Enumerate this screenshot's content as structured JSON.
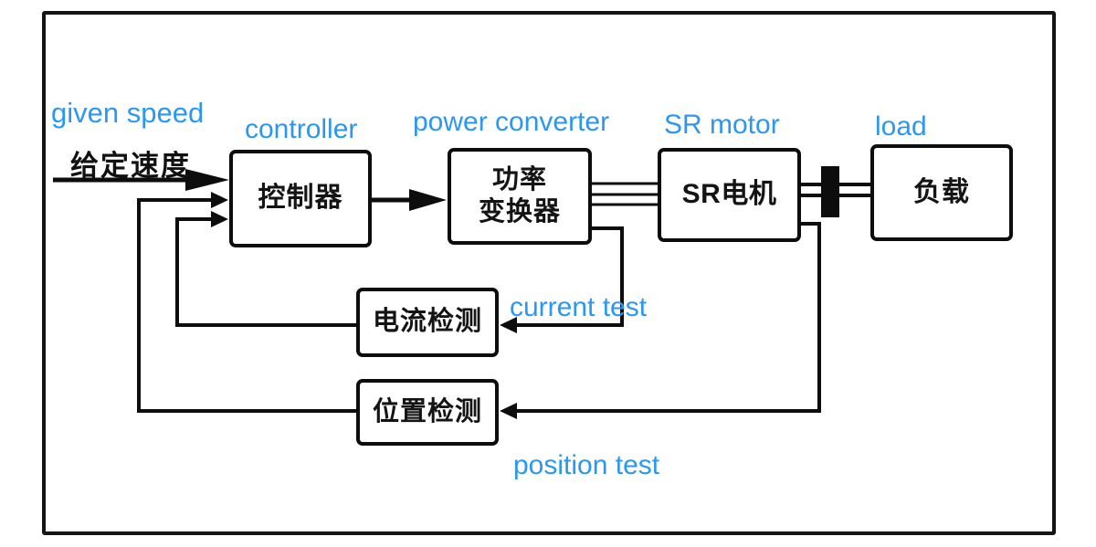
{
  "colors": {
    "annotation_blue": "#2b97f3",
    "line_black": "#0d0d0d"
  },
  "annotations": {
    "given_speed": "given speed",
    "controller": "controller",
    "power_converter": "power converter",
    "sr_motor": "SR motor",
    "load": "load",
    "current_test": "current test",
    "position_test": "position test"
  },
  "nodes": {
    "given_speed_input": "给定速度",
    "controller": "控制器",
    "power_converter_line1": "功率",
    "power_converter_line2": "变换器",
    "sr_motor": "SR电机",
    "load": "负载",
    "current_detect": "电流检测",
    "position_detect": "位置检测"
  }
}
